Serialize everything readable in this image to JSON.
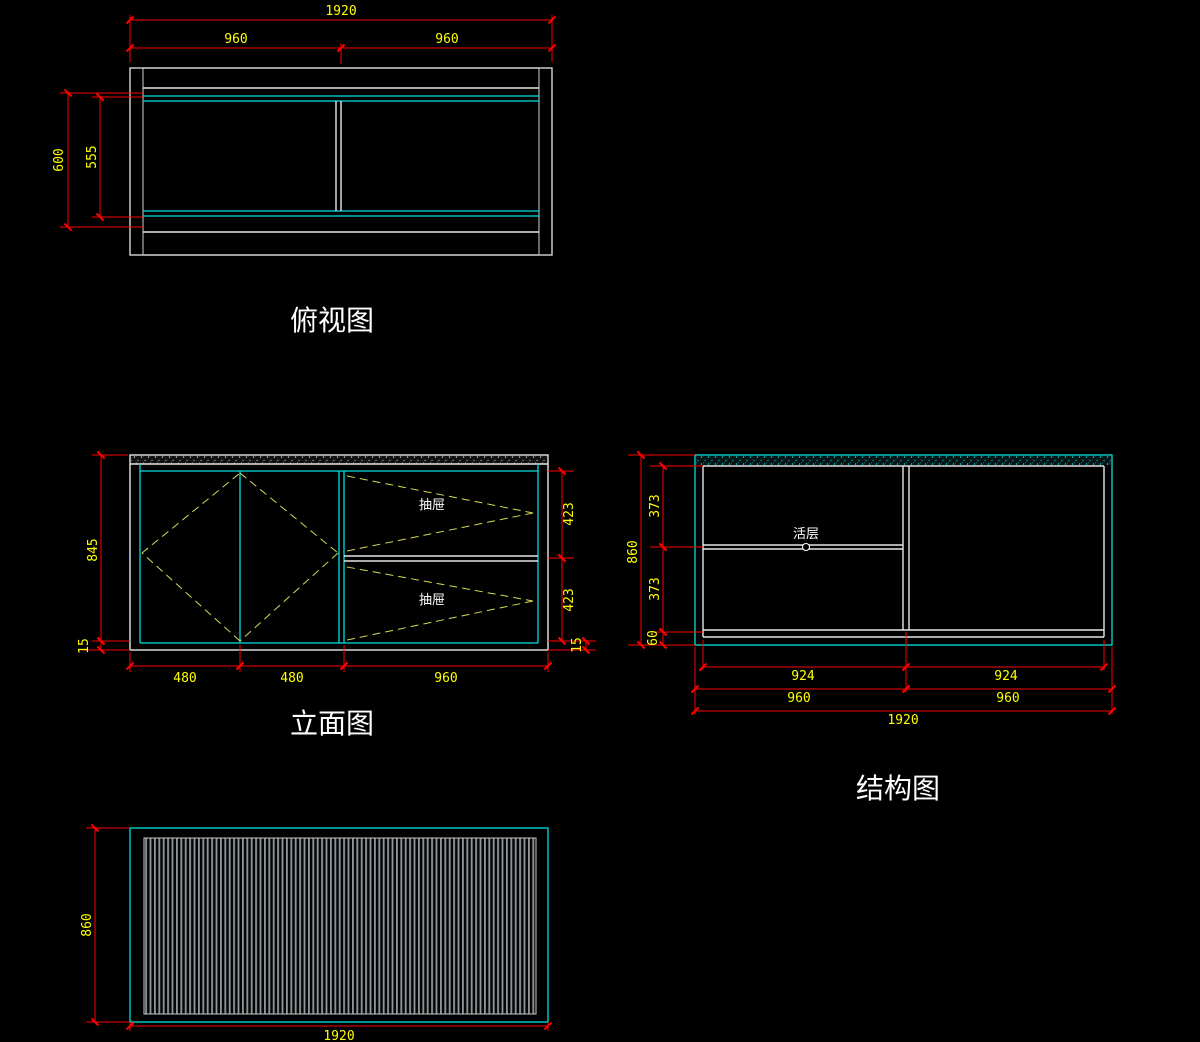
{
  "colors": {
    "background": "#000000",
    "dimension_line": "#fd0000",
    "dimension_text": "#ffff00",
    "outline_white": "#e6e6e6",
    "outline_cyan": "#00e0e0",
    "dashed_hidden": "#d8d855",
    "label_text": "#ffffff"
  },
  "views": {
    "top_view": {
      "title": "俯视图",
      "dim_total_width": "1920",
      "dim_left_half": "960",
      "dim_right_half": "960",
      "dim_depth": "600",
      "dim_inner_depth": "555"
    },
    "elevation": {
      "title": "立面图",
      "drawer_label_1": "抽屉",
      "drawer_label_2": "抽屉",
      "dim_height": "845",
      "dim_base_left": "15",
      "dim_door_1": "480",
      "dim_door_2": "480",
      "dim_drawer_width": "960",
      "dim_drawer_1_h": "423",
      "dim_drawer_2_h": "423",
      "dim_base_right": "15"
    },
    "structure": {
      "title": "结构图",
      "shelf_label": "活层",
      "dim_shelf_upper": "373",
      "dim_shelf_lower": "373",
      "dim_height": "860",
      "dim_base": "60",
      "dim_bay_1": "924",
      "dim_bay_2": "924",
      "dim_half_1": "960",
      "dim_half_2": "960",
      "dim_total": "1920"
    },
    "back_panel": {
      "dim_height": "860",
      "dim_width": "1920"
    }
  }
}
